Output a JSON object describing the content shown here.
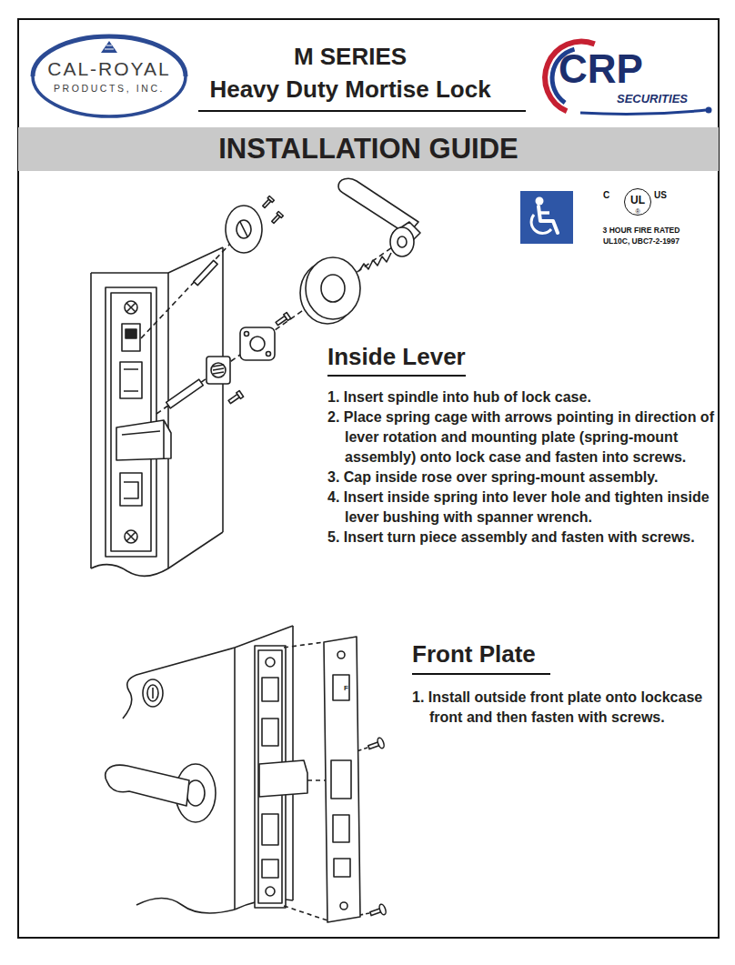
{
  "diagram": {
    "title": "M SERIES",
    "nodes": [
      {
        "text": [
          "CAL-ROYAL",
          "PRODUCTS, INC."
        ]
      },
      {
        "text": [
          "CRP",
          "SECURITIES"
        ]
      },
      {
        "text": [
          "INSTALLATION GUIDE"
        ]
      },
      {
        "text": [
          "UL",
          "®"
        ]
      }
    ],
    "labels": [
      "Heavy Duty Mortise Lock",
      "C",
      "US",
      "3 HOUR FIRE RATED",
      "UL10C, UBC7-2-1997",
      "Inside Lever",
      "1. Insert spindle into hub of lock case.",
      "2. Place spring cage with arrows pointing in direction of lever rotation and mounting plate (spring-mount assembly) onto lock case and fasten into screws.",
      "3. Cap inside rose over spring-mount assembly.",
      "4. Insert inside spring into lever hole and tighten inside lever bushing with spanner wrench.",
      "5. Insert turn piece assembly and fasten with screws.",
      "Front Plate",
      "1. Install outside front plate onto lockcase front and then fasten with screws.",
      "F"
    ]
  }
}
